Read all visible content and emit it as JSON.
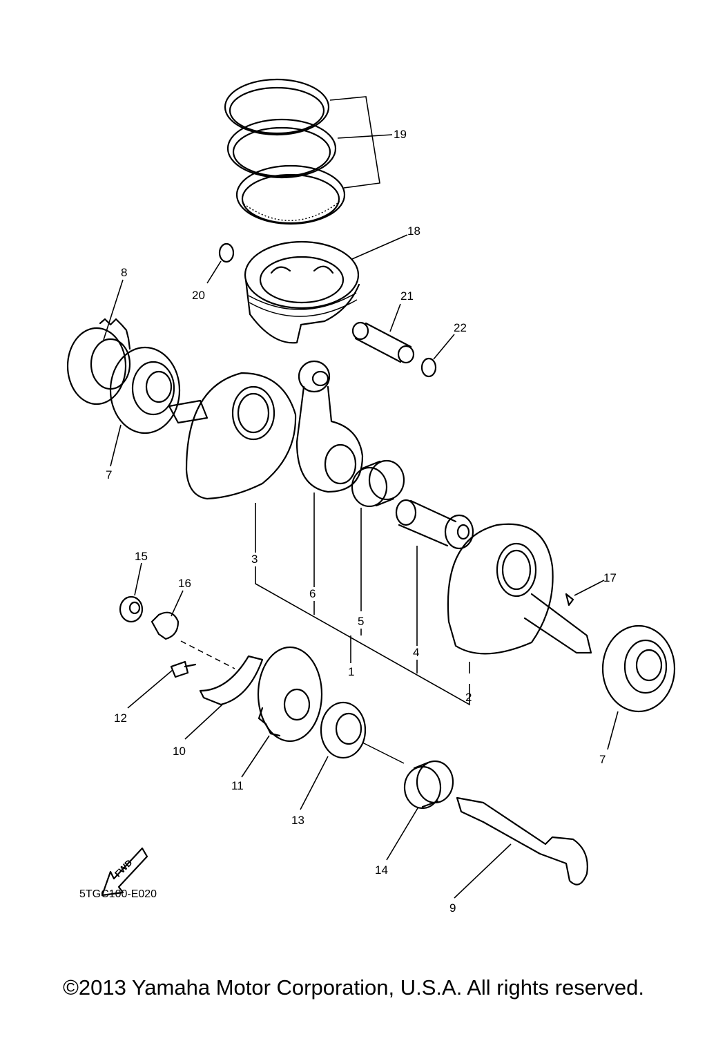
{
  "diagram": {
    "callouts": [
      "1",
      "2",
      "3",
      "4",
      "5",
      "6",
      "7",
      "7",
      "8",
      "9",
      "10",
      "11",
      "12",
      "13",
      "14",
      "15",
      "16",
      "17",
      "18",
      "19",
      "20",
      "21",
      "22"
    ],
    "fwd_label": "FWD",
    "drawing_code": "5TGC100-E020"
  },
  "footer": {
    "copyright": "©2013 Yamaha Motor Corporation, U.S.A. All rights reserved."
  }
}
